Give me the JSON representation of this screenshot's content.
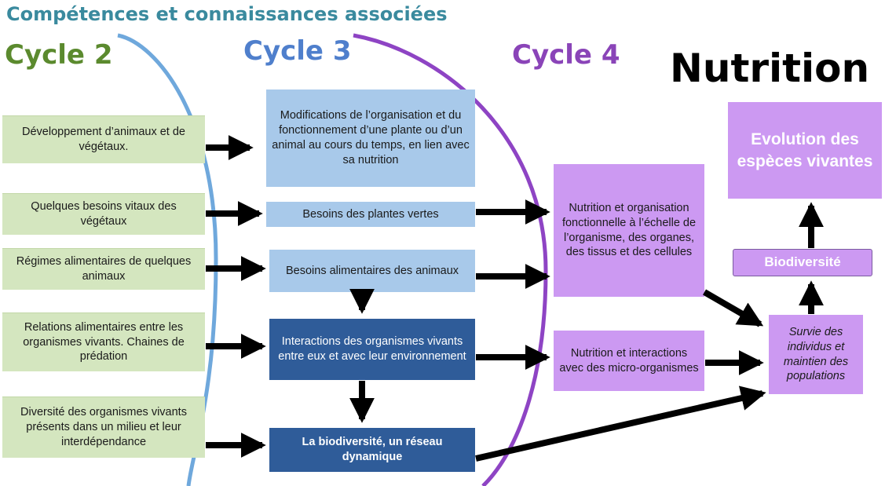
{
  "header": {
    "title": "Compétences et connaissances associées"
  },
  "cycles": {
    "cycle2": "Cycle 2",
    "cycle3": "Cycle 3",
    "cycle4": "Cycle 4"
  },
  "theme": "Nutrition",
  "colors": {
    "header": "#3a8a9e",
    "cycle2": "#5b8a2e",
    "cycle3": "#4f7fcc",
    "cycle4": "#8a44b8",
    "green_box": "#d4e6bf",
    "light_blue_box": "#a8c9ea",
    "dark_blue_box": "#2f5c99",
    "purple_box": "#cc99f2",
    "arrow": "#000000"
  },
  "cycle2_boxes": [
    "Développement d’animaux et de végétaux.",
    "Quelques besoins vitaux des végétaux",
    "Régimes alimentaires de quelques animaux",
    "Relations alimentaires entre les organismes vivants. Chaines de prédation",
    "Diversité des organismes vivants présents dans un milieu et leur interdépendance"
  ],
  "cycle3_boxes": [
    "Modifications de l’organisation et du fonctionnement d’une plante ou d’un animal au cours du temps, en lien avec sa nutrition",
    "Besoins des plantes vertes",
    "Besoins alimentaires des animaux",
    "Interactions des organismes vivants entre eux et avec leur environnement",
    "La biodiversité, un réseau dynamique"
  ],
  "cycle4_boxes": [
    "Nutrition et organisation fonctionnelle à l’échelle de l’organisme, des organes, des tissus et des cellules",
    "Nutrition et interactions avec des micro-organismes"
  ],
  "outcome_boxes": {
    "survival": "Survie des individus et maintien des populations",
    "biodiversity": "Biodiversité",
    "evolution": "Evolution des espèces vivantes"
  }
}
